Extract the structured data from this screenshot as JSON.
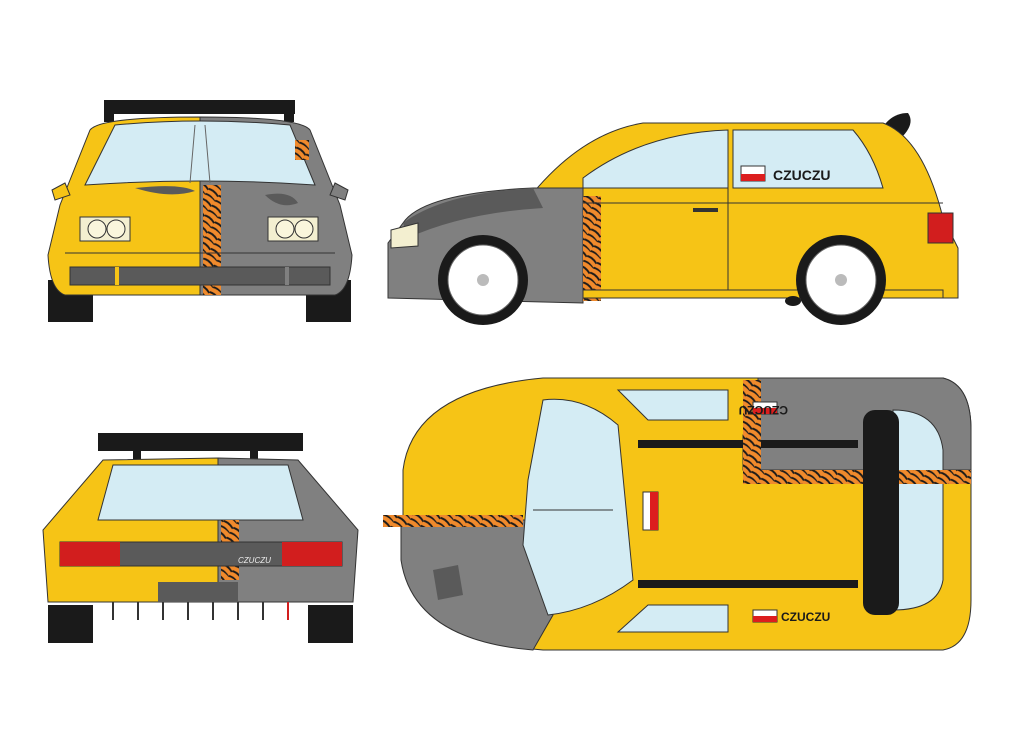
{
  "livery": {
    "name_decal": "CZUCZU",
    "rear_badge": "CZUCZU"
  },
  "colors": {
    "body_yellow": "#f6c416",
    "primer_grey": "#808080",
    "dark_grey": "#5a5a5a",
    "glass": "#d4ecf4",
    "black": "#1a1a1a",
    "tiger_orange": "#f08a2c",
    "tail_red": "#d21e1e",
    "wheel_white": "#ffffff",
    "flag_white": "#ffffff",
    "flag_red": "#dc1e1e"
  },
  "views": [
    {
      "name": "front"
    },
    {
      "name": "side"
    },
    {
      "name": "rear"
    },
    {
      "name": "top"
    }
  ]
}
